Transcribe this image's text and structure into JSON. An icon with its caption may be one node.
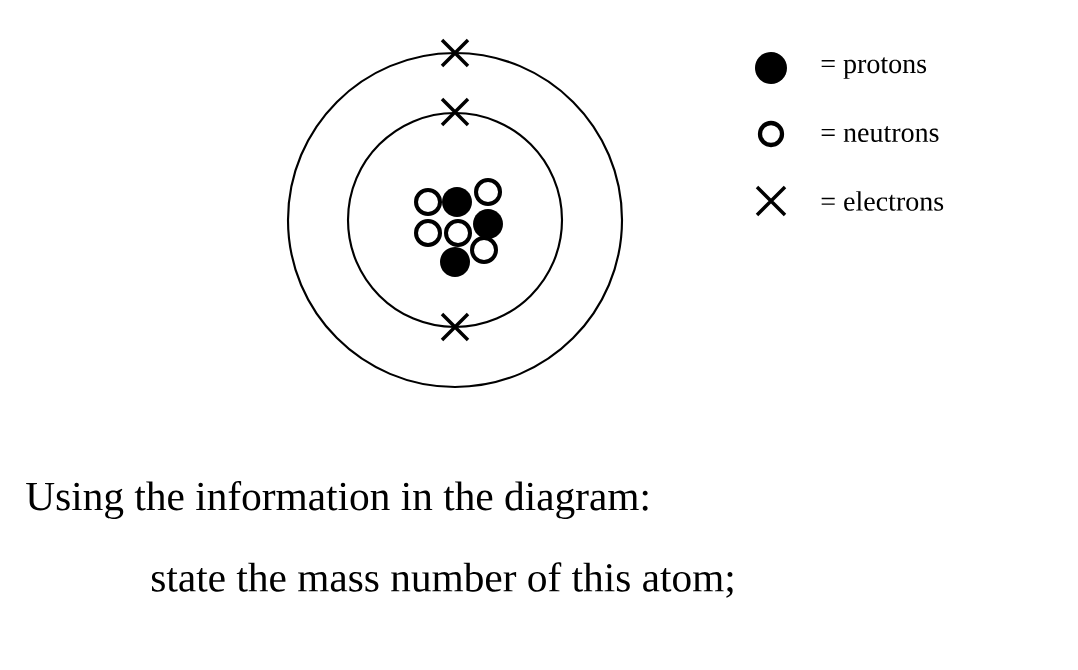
{
  "diagram": {
    "legend": [
      {
        "text": "= protons"
      },
      {
        "text": "= neutrons"
      },
      {
        "text": "= electrons"
      }
    ],
    "labels": [
      "Using the information in the diagram:",
      "state the mass number of this atom;"
    ]
  }
}
